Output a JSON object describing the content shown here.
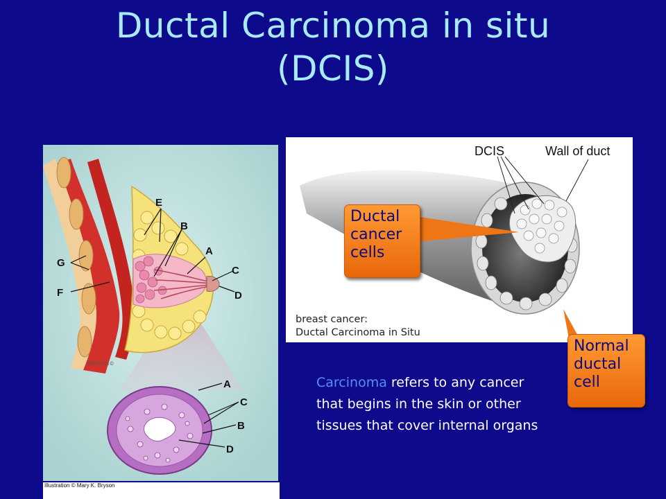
{
  "slide": {
    "title_line1": "Ductal Carcinoma in situ",
    "title_line2": "(DCIS)"
  },
  "left_figure": {
    "labels": {
      "a": "A",
      "b": "B",
      "c": "C",
      "d": "D",
      "e": "E",
      "f": "F",
      "g": "G",
      "inset_a": "A",
      "inset_b": "B",
      "inset_c": "C",
      "inset_d": "D"
    },
    "signature": "BRYSON©",
    "credit": "Illustration © Mary K. Bryson"
  },
  "right_figure": {
    "label_dcis": "DCIS",
    "label_wall": "Wall of duct",
    "caption_line1": "breast cancer:",
    "caption_line2": "Ductal Carcinoma in Situ"
  },
  "callouts": {
    "ductal": [
      "Ductal",
      "cancer",
      "cells"
    ],
    "normal": [
      "Normal",
      "ductal",
      "cell"
    ]
  },
  "description": {
    "term": "Carcinoma",
    "rest": " refers to any cancer that begins in the skin or other tissues that cover internal organs"
  },
  "colors": {
    "background": "#0d0a8c",
    "title": "#a9eaf7",
    "callout_orange": "#f07d1a",
    "term_highlight": "#5c8cf0"
  }
}
